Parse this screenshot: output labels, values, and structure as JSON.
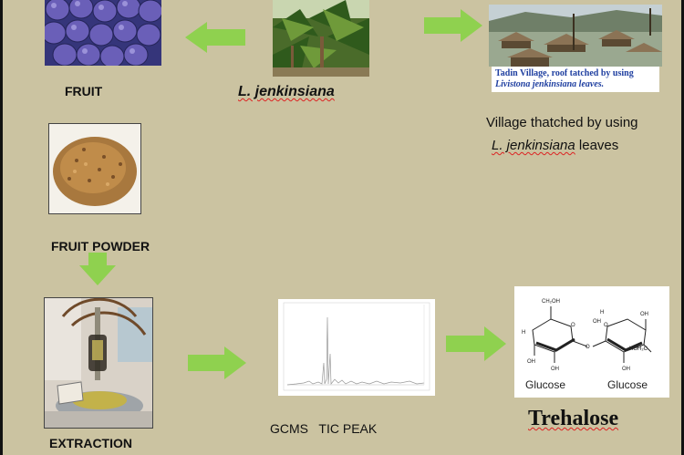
{
  "labels": {
    "fruit": "FRUIT",
    "species": "L. jenkinsiana",
    "village_caption_line1": "Village thatched by using",
    "village_caption_line2_italic": "L. jenkinsiana",
    "village_caption_line2_rest": " leaves",
    "fruit_powder": "FRUIT POWDER",
    "extraction": "EXTRACTION",
    "gcms": "GCMS   TIC PEAK",
    "trehalose": "Trehalose"
  },
  "village_photo_caption": {
    "line1": "Tadin Village, roof tatched by using",
    "line2": "Livistona jenkinsiana leaves."
  },
  "structure_labels": {
    "glucose_left": "Glucose",
    "glucose_right": "Glucose",
    "ch2oh_top": "CH₂OH",
    "ch2oh_right": "HOH₂C"
  },
  "colors": {
    "background": "#cbc3a1",
    "arrow": "#8fd14f",
    "caption_blue": "#1f3fa0"
  }
}
